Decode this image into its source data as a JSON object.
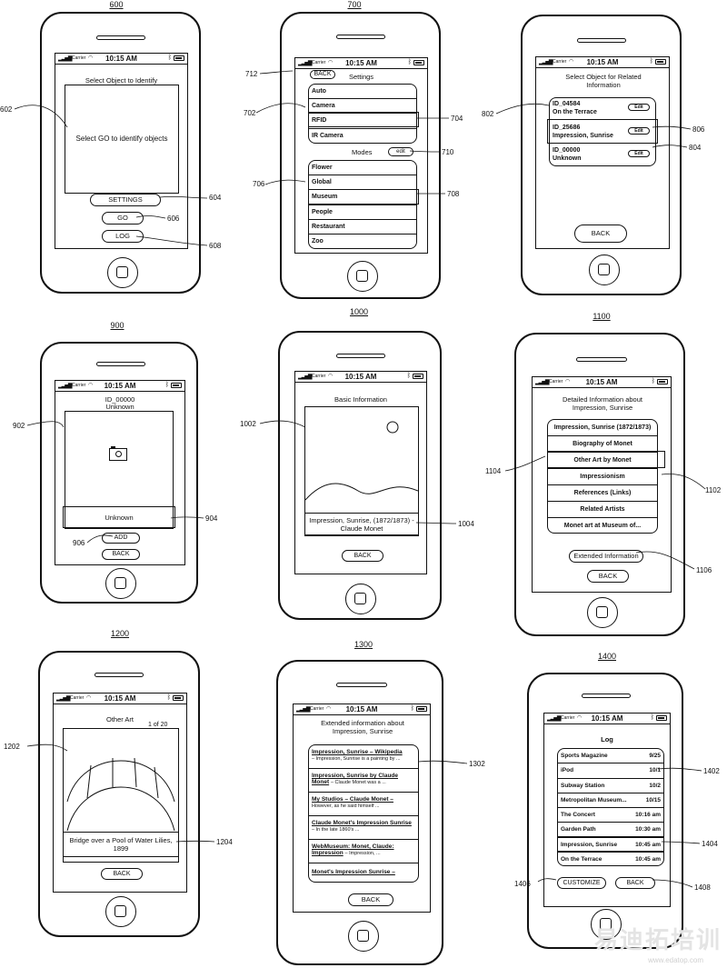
{
  "status": {
    "carrier": "Carrier",
    "time": "10:15 AM"
  },
  "fig600": {
    "num": "600",
    "title": "Select Object to Identify",
    "prompt": "Select GO to identify objects",
    "settings": "SETTINGS",
    "go": "GO",
    "log": "LOG",
    "refs": {
      "screen": "602",
      "settings": "604",
      "go": "606",
      "log": "608"
    }
  },
  "fig700": {
    "num": "700",
    "back": "BACK",
    "title": "Settings",
    "sources": [
      "Auto",
      "Camera",
      "RFID",
      "IR Camera"
    ],
    "modes_label": "Modes",
    "edit": "edit",
    "modes": [
      "Flower",
      "Global",
      "Museum",
      "People",
      "Restaurant",
      "Zoo"
    ],
    "refs": {
      "back": "712",
      "sources": "702",
      "rfid": "704",
      "modes": "706",
      "museum": "708",
      "edit": "710"
    }
  },
  "fig800": {
    "title": "Select Object for Related Information",
    "items": [
      {
        "id": "ID_04584",
        "name": "On the Terrace"
      },
      {
        "id": "ID_25686",
        "name": "Impression, Sunrise"
      },
      {
        "id": "ID_00000",
        "name": "Unknown"
      }
    ],
    "edit": "Edit",
    "back": "BACK",
    "refs": {
      "list": "802",
      "item": "806",
      "edit": "804"
    }
  },
  "fig900": {
    "num": "900",
    "id": "ID_00000",
    "name": "Unknown",
    "label": "Unknown",
    "add": "ADD",
    "back": "BACK",
    "refs": {
      "image": "902",
      "label": "904",
      "add": "906"
    }
  },
  "fig1000": {
    "num": "1000",
    "title": "Basic Information",
    "caption": "Impression, Sunrise, (1872/1873) - Claude Monet",
    "back": "BACK",
    "refs": {
      "image": "1002",
      "caption": "1004"
    }
  },
  "fig1100": {
    "num": "1100",
    "title": "Detailed Information about Impression, Sunrise",
    "items": [
      "Impression, Sunrise (1872/1873)",
      "Biography of Monet",
      "Other Art by Monet",
      "Impressionism",
      "References (Links)",
      "Related Artists",
      "Monet art at Museum of..."
    ],
    "extended": "Extended Information",
    "back": "BACK",
    "refs": {
      "item": "1104",
      "list": "1102",
      "extended": "1106"
    }
  },
  "fig1200": {
    "num": "1200",
    "title": "Other Art",
    "count": "1 of 20",
    "caption": "Bridge over a Pool of Water Lilies, 1899",
    "back": "BACK",
    "refs": {
      "image": "1202",
      "caption": "1204"
    }
  },
  "fig1300": {
    "num": "1300",
    "title": "Extended information about Impression, Sunrise",
    "links": [
      {
        "title": "Impression, Sunrise – Wikipedia",
        "snippet": "– Impression, Sunrise is a painting by ..."
      },
      {
        "title": "Impression, Sunrise by Claude Monet",
        "snippet": "– Claude Monet was a ..."
      },
      {
        "title": "My Studios – Claude Monet –",
        "snippet": "However, as he said himself ..."
      },
      {
        "title": "Claude Monet's Impression Sunrise",
        "snippet": "– In the late 1860's ..."
      },
      {
        "title": "WebMuseum: Monet, Claude: Impression",
        "snippet": "– Impression, ..."
      },
      {
        "title": "Monet's Impression Sunrise –",
        "snippet": ""
      }
    ],
    "back": "BACK",
    "refs": {
      "list": "1302"
    }
  },
  "fig1400": {
    "num": "1400",
    "title": "Log",
    "rows": [
      {
        "name": "Sports Magazine",
        "value": "9/25"
      },
      {
        "name": "iPod",
        "value": "10/1"
      },
      {
        "name": "Subway Station",
        "value": "10/2"
      },
      {
        "name": "Metropolitan Museum...",
        "value": "10/15"
      },
      {
        "name": "The Concert",
        "value": "10:16 am"
      },
      {
        "name": "Garden Path",
        "value": "10:30 am"
      },
      {
        "name": "Impression, Sunrise",
        "value": "10:45 am"
      },
      {
        "name": "On the Terrace",
        "value": "10:45 am"
      }
    ],
    "customize": "CUSTOMIZE",
    "back": "BACK",
    "refs": {
      "list": "1402",
      "item": "1404",
      "customize": "1406",
      "back": "1408"
    }
  },
  "watermark": {
    "main": "易迪拓培训",
    "url": "www.edatop.com"
  }
}
